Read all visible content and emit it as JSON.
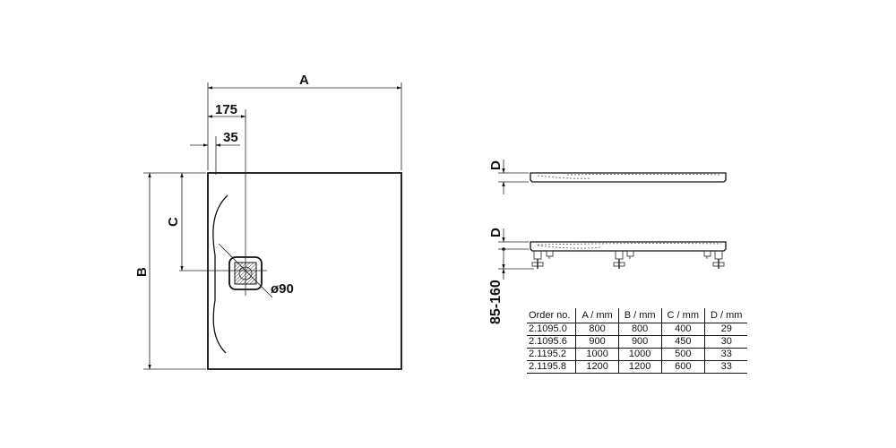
{
  "plan_view": {
    "dim_a": "A",
    "dim_b": "B",
    "dim_c": "C",
    "dim_175": "175",
    "dim_35": "35",
    "drain_diameter": "ø90"
  },
  "side_view": {
    "dim_d_top": "D",
    "dim_d_bottom": "D",
    "dim_legs": "85-160"
  },
  "table": {
    "headers": [
      "Order no.",
      "A / mm",
      "B / mm",
      "C / mm",
      "D / mm"
    ],
    "rows": [
      [
        "2.1095.0",
        "800",
        "800",
        "400",
        "29"
      ],
      [
        "2.1095.6",
        "900",
        "900",
        "450",
        "30"
      ],
      [
        "2.1195.2",
        "1000",
        "1000",
        "500",
        "33"
      ],
      [
        "2.1195.8",
        "1200",
        "1200",
        "600",
        "33"
      ]
    ]
  }
}
